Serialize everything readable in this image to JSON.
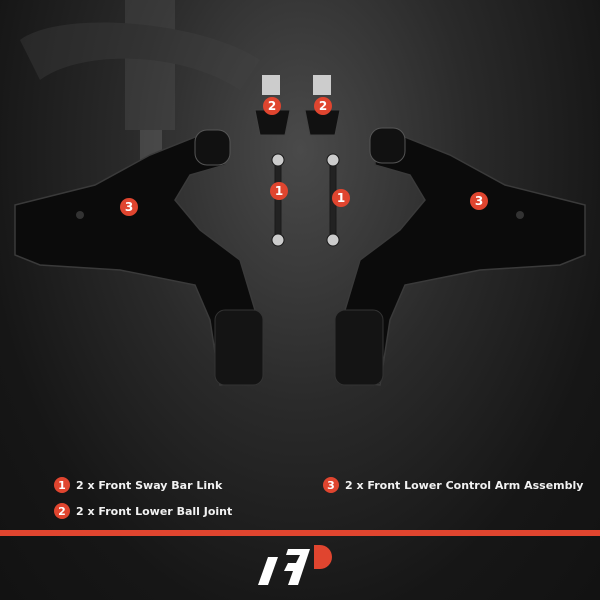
{
  "callouts": {
    "sway_bar_link": "1",
    "ball_joint": "2",
    "control_arm": "3"
  },
  "legend": [
    {
      "number": "1",
      "label": "2 x Front Sway Bar Link"
    },
    {
      "number": "2",
      "label": "2 x Front Lower Ball Joint"
    },
    {
      "number": "3",
      "label": "2 x Front Lower Control Arm Assembly"
    }
  ],
  "colors": {
    "accent": "#e0452f",
    "background": "#151515",
    "text": "#f2f2f2"
  },
  "logo": {
    "text": "AP"
  }
}
